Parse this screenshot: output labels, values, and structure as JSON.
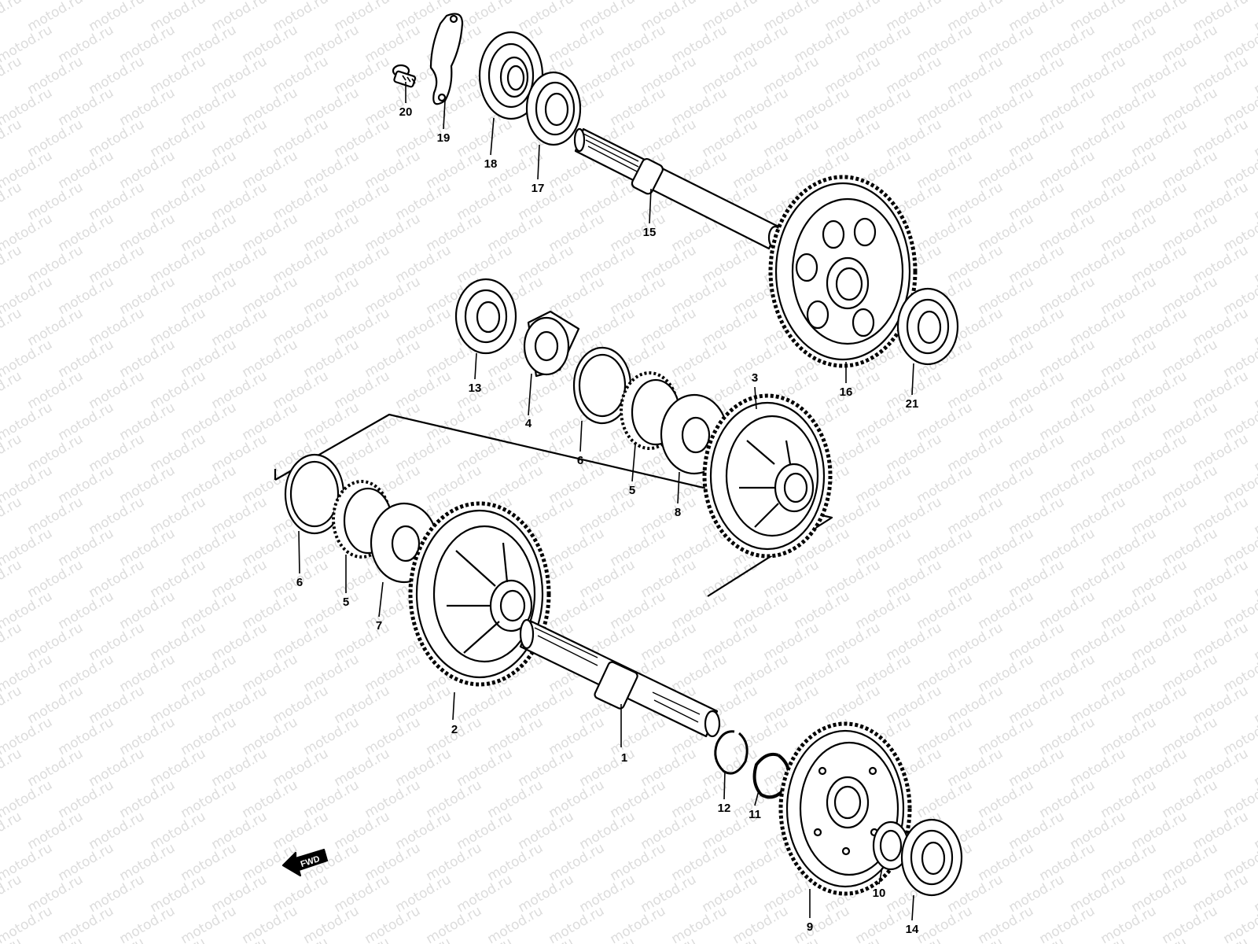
{
  "watermark": "motod.ru",
  "fwd_label": "FWD",
  "parts": [
    {
      "num": "1",
      "kind": "countershaft"
    },
    {
      "num": "2",
      "kind": "gear"
    },
    {
      "num": "3",
      "kind": "gear"
    },
    {
      "num": "4",
      "kind": "sleeve"
    },
    {
      "num": "5",
      "kind": "needle-bearing"
    },
    {
      "num": "5",
      "kind": "needle-bearing"
    },
    {
      "num": "6",
      "kind": "washer"
    },
    {
      "num": "6",
      "kind": "washer"
    },
    {
      "num": "7",
      "kind": "washer"
    },
    {
      "num": "8",
      "kind": "washer"
    },
    {
      "num": "9",
      "kind": "gear"
    },
    {
      "num": "10",
      "kind": "washer"
    },
    {
      "num": "11",
      "kind": "circlip"
    },
    {
      "num": "12",
      "kind": "circlip"
    },
    {
      "num": "13",
      "kind": "ball-bearing"
    },
    {
      "num": "14",
      "kind": "ball-bearing"
    },
    {
      "num": "15",
      "kind": "shaft"
    },
    {
      "num": "16",
      "kind": "gear"
    },
    {
      "num": "17",
      "kind": "oil-seal"
    },
    {
      "num": "18",
      "kind": "ball-bearing"
    },
    {
      "num": "19",
      "kind": "retainer-plate"
    },
    {
      "num": "20",
      "kind": "bolt"
    },
    {
      "num": "21",
      "kind": "ball-bearing"
    }
  ]
}
